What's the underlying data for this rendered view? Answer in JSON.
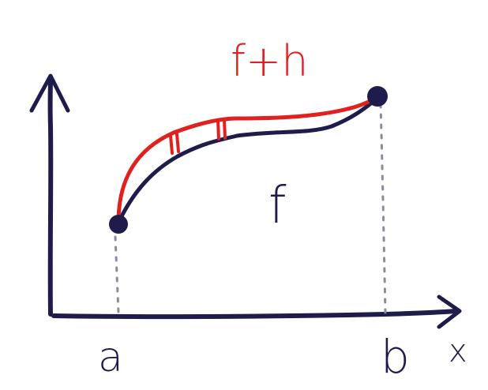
{
  "labels": {
    "perturbed_function": "f+h",
    "function": "f",
    "left_endpoint": "a",
    "right_endpoint": "b",
    "x_axis": "x"
  },
  "colors": {
    "ink": "#1f1b4a",
    "red": "#e0211f",
    "dotted": "#8a8aa0",
    "background": "#ffffff"
  }
}
